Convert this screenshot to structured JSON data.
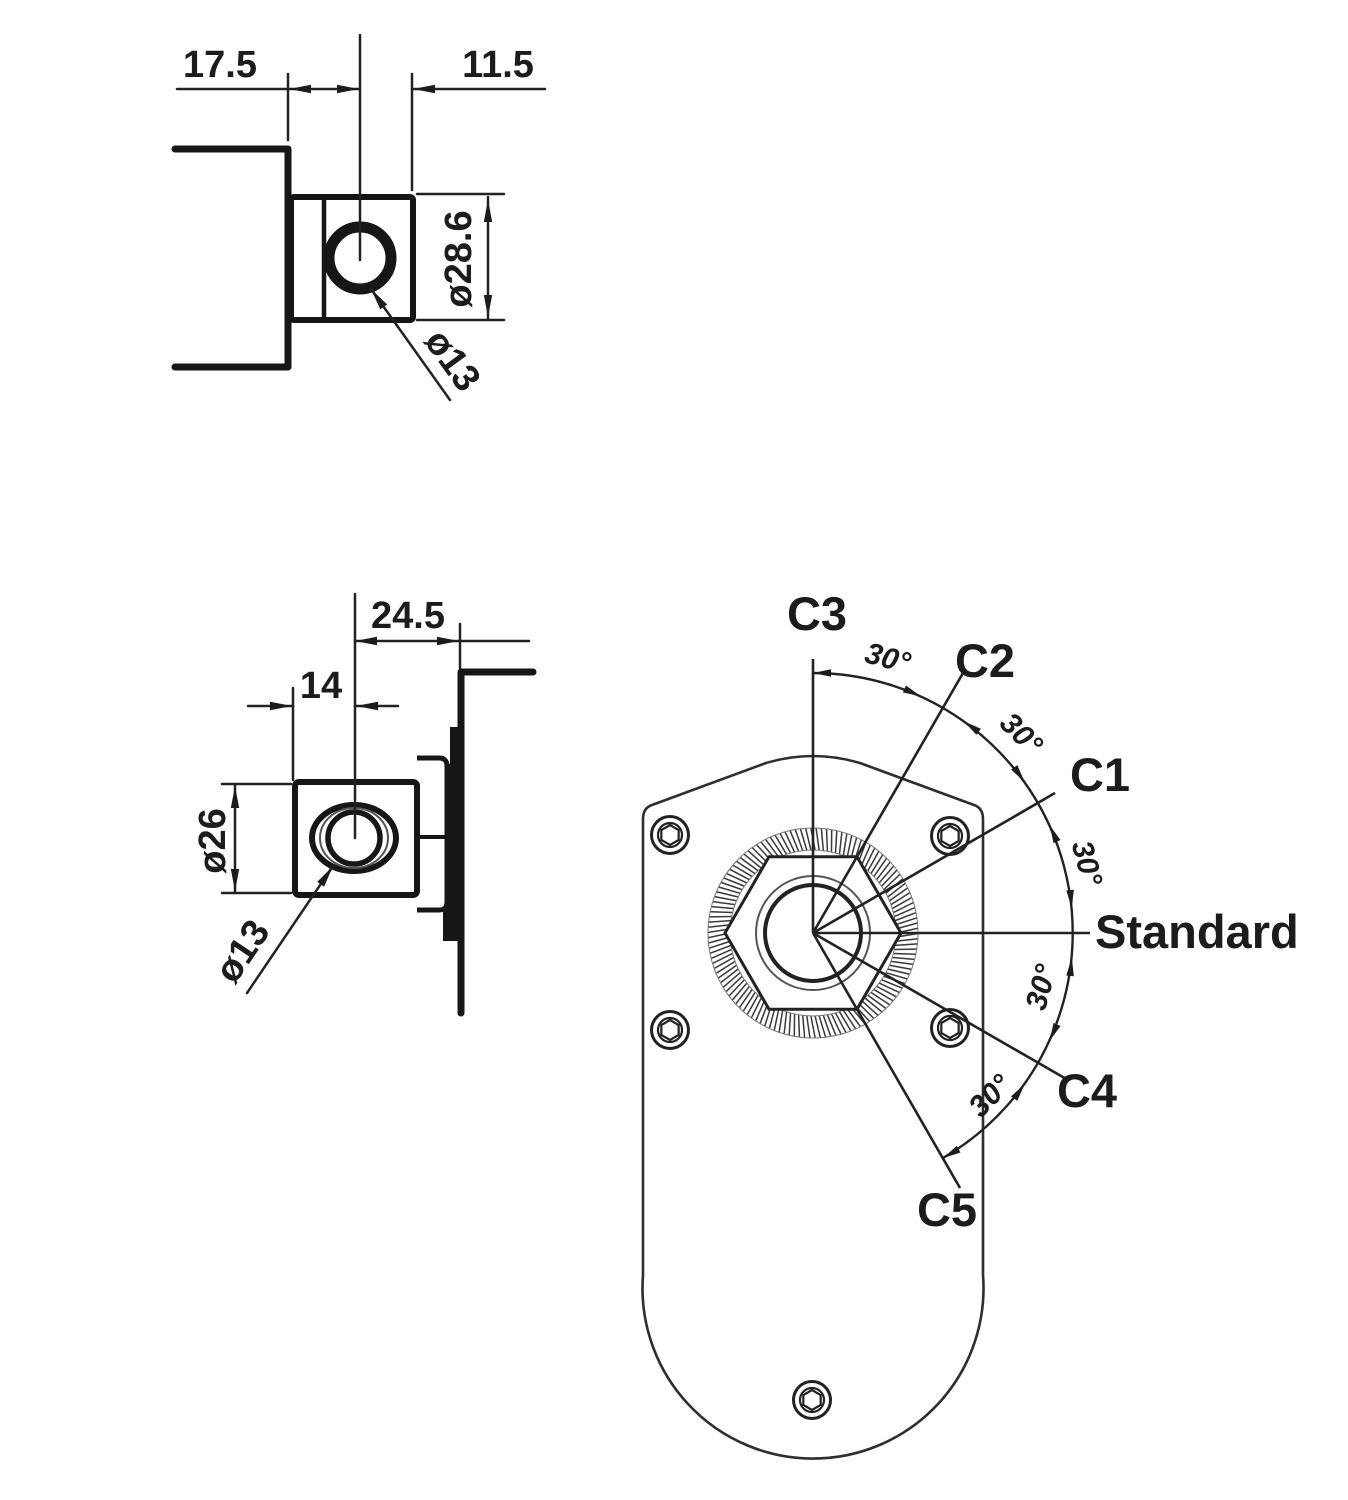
{
  "drawing": {
    "background": "#ffffff",
    "ink_color": "#1c1c1c",
    "top_side_view": {
      "dim_wall_to_center": "17.5",
      "dim_center_to_face": "11.5",
      "dim_outer_diameter": "ø28.6",
      "dim_hole_diameter": "ø13"
    },
    "left_side_view": {
      "dim_center_to_wall": "24.5",
      "dim_face_to_center": "14",
      "dim_outer_diameter": "ø26",
      "dim_hole_diameter": "ø13"
    },
    "front_view": {
      "position_labels": {
        "c1": "C1",
        "c2": "C2",
        "c3": "C3",
        "c4": "C4",
        "c5": "C5",
        "standard": "Standard"
      },
      "angle_labels": {
        "c3_c2": "30°",
        "c2_c1": "30°",
        "c1_standard": "30°",
        "standard_c4": "30°",
        "c4_c5": "30°"
      }
    }
  }
}
